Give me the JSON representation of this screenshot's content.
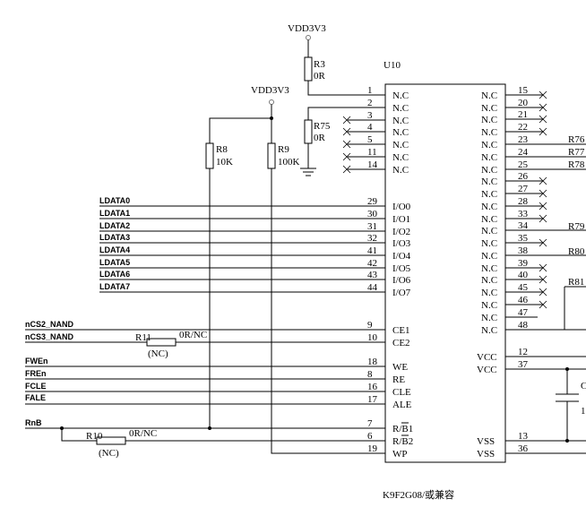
{
  "chip": {
    "ref": "U10",
    "part": "K9F2G08/或兼容",
    "left_pins": [
      {
        "num": "1",
        "name": "N.C"
      },
      {
        "num": "2",
        "name": "N.C"
      },
      {
        "num": "3",
        "name": "N.C"
      },
      {
        "num": "4",
        "name": "N.C"
      },
      {
        "num": "5",
        "name": "N.C"
      },
      {
        "num": "11",
        "name": "N.C"
      },
      {
        "num": "14",
        "name": "N.C"
      },
      {
        "num": "29",
        "name": "I/O0"
      },
      {
        "num": "30",
        "name": "I/O1"
      },
      {
        "num": "31",
        "name": "I/O2"
      },
      {
        "num": "32",
        "name": "I/O3"
      },
      {
        "num": "41",
        "name": "I/O4"
      },
      {
        "num": "42",
        "name": "I/O5"
      },
      {
        "num": "43",
        "name": "I/O6"
      },
      {
        "num": "44",
        "name": "I/O7"
      },
      {
        "num": "9",
        "name": "CE1"
      },
      {
        "num": "10",
        "name": "CE2"
      },
      {
        "num": "18",
        "name": "WE"
      },
      {
        "num": "8",
        "name": "RE"
      },
      {
        "num": "16",
        "name": "CLE"
      },
      {
        "num": "17",
        "name": "ALE"
      },
      {
        "num": "7",
        "name": "R/B1"
      },
      {
        "num": "6",
        "name": "R/B2"
      },
      {
        "num": "19",
        "name": "WP"
      }
    ],
    "right_pins": [
      {
        "num": "15",
        "name": "N.C"
      },
      {
        "num": "20",
        "name": "N.C"
      },
      {
        "num": "21",
        "name": "N.C"
      },
      {
        "num": "22",
        "name": "N.C"
      },
      {
        "num": "23",
        "name": "N.C"
      },
      {
        "num": "24",
        "name": "N.C"
      },
      {
        "num": "25",
        "name": "N.C"
      },
      {
        "num": "26",
        "name": "N.C"
      },
      {
        "num": "27",
        "name": "N.C"
      },
      {
        "num": "28",
        "name": "N.C"
      },
      {
        "num": "33",
        "name": "N.C"
      },
      {
        "num": "34",
        "name": "N.C"
      },
      {
        "num": "35",
        "name": "N.C"
      },
      {
        "num": "38",
        "name": "N.C"
      },
      {
        "num": "39",
        "name": "N.C"
      },
      {
        "num": "40",
        "name": "N.C"
      },
      {
        "num": "45",
        "name": "N.C"
      },
      {
        "num": "46",
        "name": "N.C"
      },
      {
        "num": "47",
        "name": "N.C"
      },
      {
        "num": "48",
        "name": "N.C"
      },
      {
        "num": "12",
        "name": "VCC"
      },
      {
        "num": "37",
        "name": "VCC"
      },
      {
        "num": "13",
        "name": "VSS"
      },
      {
        "num": "36",
        "name": "VSS"
      }
    ]
  },
  "nets": {
    "data": [
      "LDATA0",
      "LDATA1",
      "LDATA2",
      "LDATA3",
      "LDATA4",
      "LDATA5",
      "LDATA6",
      "LDATA7"
    ],
    "control": [
      "nCS2_NAND",
      "nCS3_NAND",
      "FWEn",
      "FREn",
      "FCLE",
      "FALE",
      "RnB"
    ]
  },
  "power": {
    "vdd_top": "VDD3V3",
    "vdd_mid": "VDD3V3"
  },
  "components": {
    "R3": {
      "ref": "R3",
      "value": "0R"
    },
    "R75": {
      "ref": "R75",
      "value": "0R"
    },
    "R8": {
      "ref": "R8",
      "value": "10K"
    },
    "R9": {
      "ref": "R9",
      "value": "100K"
    },
    "R11": {
      "ref": "R11",
      "value": "0R/NC",
      "note": "(NC)"
    },
    "R10": {
      "ref": "R10",
      "value": "0R/NC",
      "note": "(NC)"
    },
    "right_refs": [
      "R76",
      "R77",
      "R78",
      "R79",
      "R80",
      "R81"
    ],
    "cap_partial": [
      "C",
      "1"
    ]
  }
}
